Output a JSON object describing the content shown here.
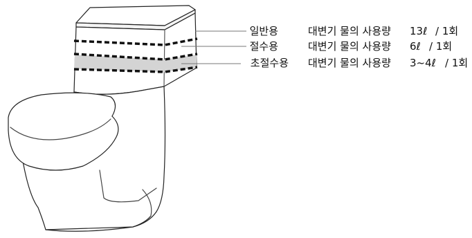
{
  "rows": [
    {
      "type": "일반용",
      "desc": "대변기 물의 사용량",
      "amount": "13ℓ",
      "per": "/ 1회"
    },
    {
      "type": "절수용",
      "desc": "대변기 물의 사용량",
      "amount": "6ℓ",
      "per": "/ 1회"
    },
    {
      "type": "초절수용",
      "desc": "대변기 물의 사용량",
      "amount": "3~4ℓ",
      "per": "/ 1회"
    }
  ]
}
